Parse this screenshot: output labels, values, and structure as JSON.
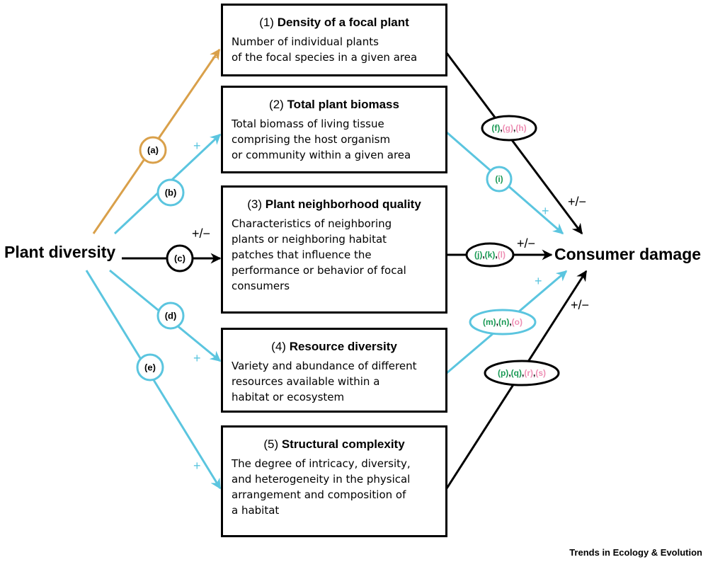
{
  "left_node": {
    "label": "Plant diversity"
  },
  "right_node": {
    "label": "Consumer damage"
  },
  "boxes": [
    {
      "number": "(1)",
      "title": "Density of a focal plant",
      "lines": [
        "Number of individual plants",
        "of the focal species in a given area"
      ]
    },
    {
      "number": "(2)",
      "title": "Total plant biomass",
      "lines": [
        "Total biomass of living tissue",
        "comprising the host organism",
        "or community within a given area"
      ]
    },
    {
      "number": "(3)",
      "title": "Plant neighborhood quality",
      "lines": [
        "Characteristics of neighboring",
        "plants or neighboring habitat",
        "patches that influence the",
        "performance or behavior of focal",
        "consumers"
      ]
    },
    {
      "number": "(4)",
      "title": "Resource diversity",
      "lines": [
        "Variety and abundance of different",
        "resources available within a",
        "habitat or ecosystem"
      ]
    },
    {
      "number": "(5)",
      "title": "Structural complexity",
      "lines": [
        "The degree of intricacy, diversity,",
        "and heterogeneity in the physical",
        "arrangement and composition of",
        "a habitat"
      ]
    }
  ],
  "left_labels": [
    "(a)",
    "(b)",
    "(c)",
    "(d)",
    "(e)"
  ],
  "signs": {
    "a": "−",
    "b": "+",
    "c": "+/−",
    "d": "+",
    "e": "+",
    "box1_out": "+/−",
    "box2_out": "+",
    "box3_out": "+/−",
    "box4_out": "+",
    "box5_out": "+/−"
  },
  "right_labels": {
    "fgh": {
      "parts": [
        {
          "t": "(f)",
          "c": "g"
        },
        {
          "t": ",",
          "c": "k"
        },
        {
          "t": "(g)",
          "c": "p"
        },
        {
          "t": ",",
          "c": "k"
        },
        {
          "t": "(h)",
          "c": "p"
        }
      ]
    },
    "i": {
      "text": "(i)"
    },
    "jkl": {
      "parts": [
        {
          "t": "(j)",
          "c": "g"
        },
        {
          "t": ",",
          "c": "k"
        },
        {
          "t": "(k)",
          "c": "g"
        },
        {
          "t": ",",
          "c": "k"
        },
        {
          "t": "(l)",
          "c": "p"
        }
      ]
    },
    "mno": {
      "parts": [
        {
          "t": "(m)",
          "c": "g"
        },
        {
          "t": ",",
          "c": "k"
        },
        {
          "t": "(n)",
          "c": "g"
        },
        {
          "t": ",",
          "c": "k"
        },
        {
          "t": "(o)",
          "c": "p"
        }
      ]
    },
    "pqrs": {
      "parts": [
        {
          "t": "(p)",
          "c": "g"
        },
        {
          "t": ",",
          "c": "k"
        },
        {
          "t": "(q)",
          "c": "g"
        },
        {
          "t": ",",
          "c": "k"
        },
        {
          "t": "(r)",
          "c": "p"
        },
        {
          "t": ",",
          "c": "k"
        },
        {
          "t": "(s)",
          "c": "p"
        }
      ]
    }
  },
  "colors": {
    "orange": "#d9a04a",
    "blue": "#5bc5df",
    "black": "#000000",
    "green": "#1a9a55",
    "pink": "#ee8fb4"
  },
  "credit": "Trends in Ecology & Evolution"
}
